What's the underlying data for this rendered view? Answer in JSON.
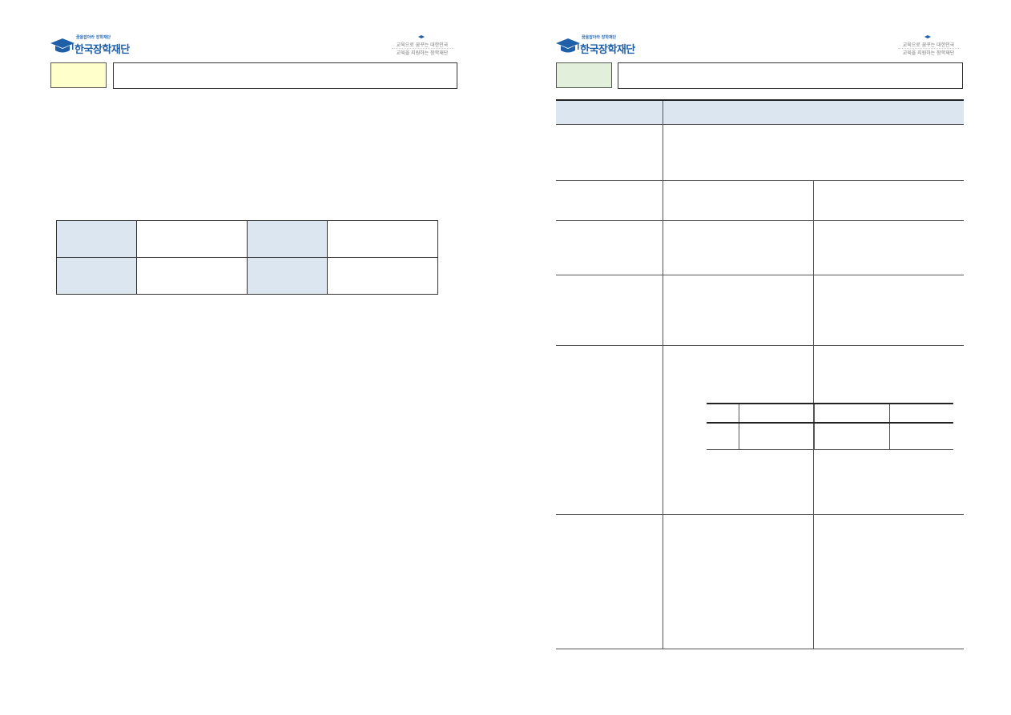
{
  "pages": [
    {
      "logo": {
        "tagline": "꿈을잡아라 장학재단",
        "name": "한국장학재단"
      },
      "slogan": {
        "line1": "교육으로 꿈꾸는 대한민국",
        "line2": "교육을 지원하는 장학재단"
      },
      "tag_color": "#ffffcc"
    },
    {
      "logo": {
        "tagline": "꿈을잡아라 장학재단",
        "name": "한국장학재단"
      },
      "slogan": {
        "line1": "교육으로 꿈꾸는 대한민국",
        "line2": "교육을 지원하는 장학재단"
      },
      "tag_color": "#e2efda"
    }
  ],
  "colors": {
    "logo_blue": "#1f5fa8",
    "header_fill": "#dce6f1",
    "border": "#333333"
  },
  "icons": [
    "graduation-cap-icon"
  ]
}
